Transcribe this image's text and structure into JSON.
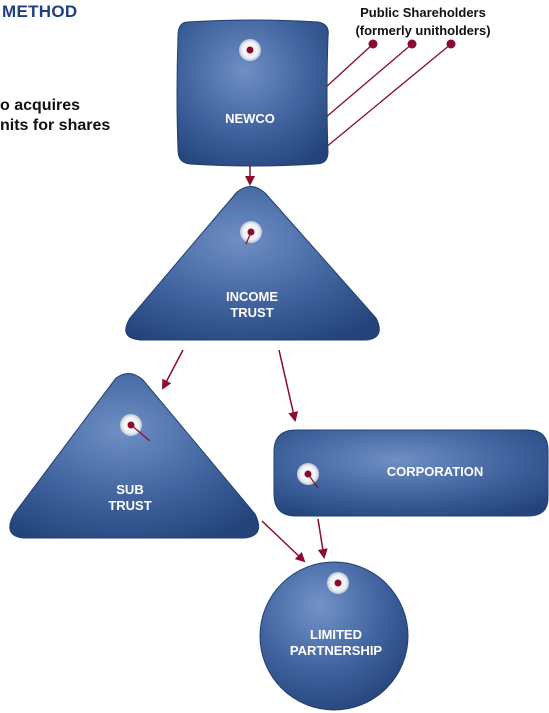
{
  "header": {
    "title": "METHOD",
    "subtitle_line1": "o acquires",
    "subtitle_line2": "nits for shares"
  },
  "shareholders": {
    "line1": "Public Shareholders",
    "line2": "(formerly unitholders)"
  },
  "entities": {
    "newco": "NEWCO",
    "income_trust_line1": "INCOME",
    "income_trust_line2": "TRUST",
    "sub_trust_line1": "SUB",
    "sub_trust_line2": "TRUST",
    "corporation": "CORPORATION",
    "limited_partnership_line1": "LIMITED",
    "limited_partnership_line2": "PARTNERSHIP"
  },
  "colors": {
    "node_blue": "#3f64a0",
    "node_dark": "#284a80",
    "arrow": "#8a0b2e",
    "title_blue": "#1f3f84"
  }
}
